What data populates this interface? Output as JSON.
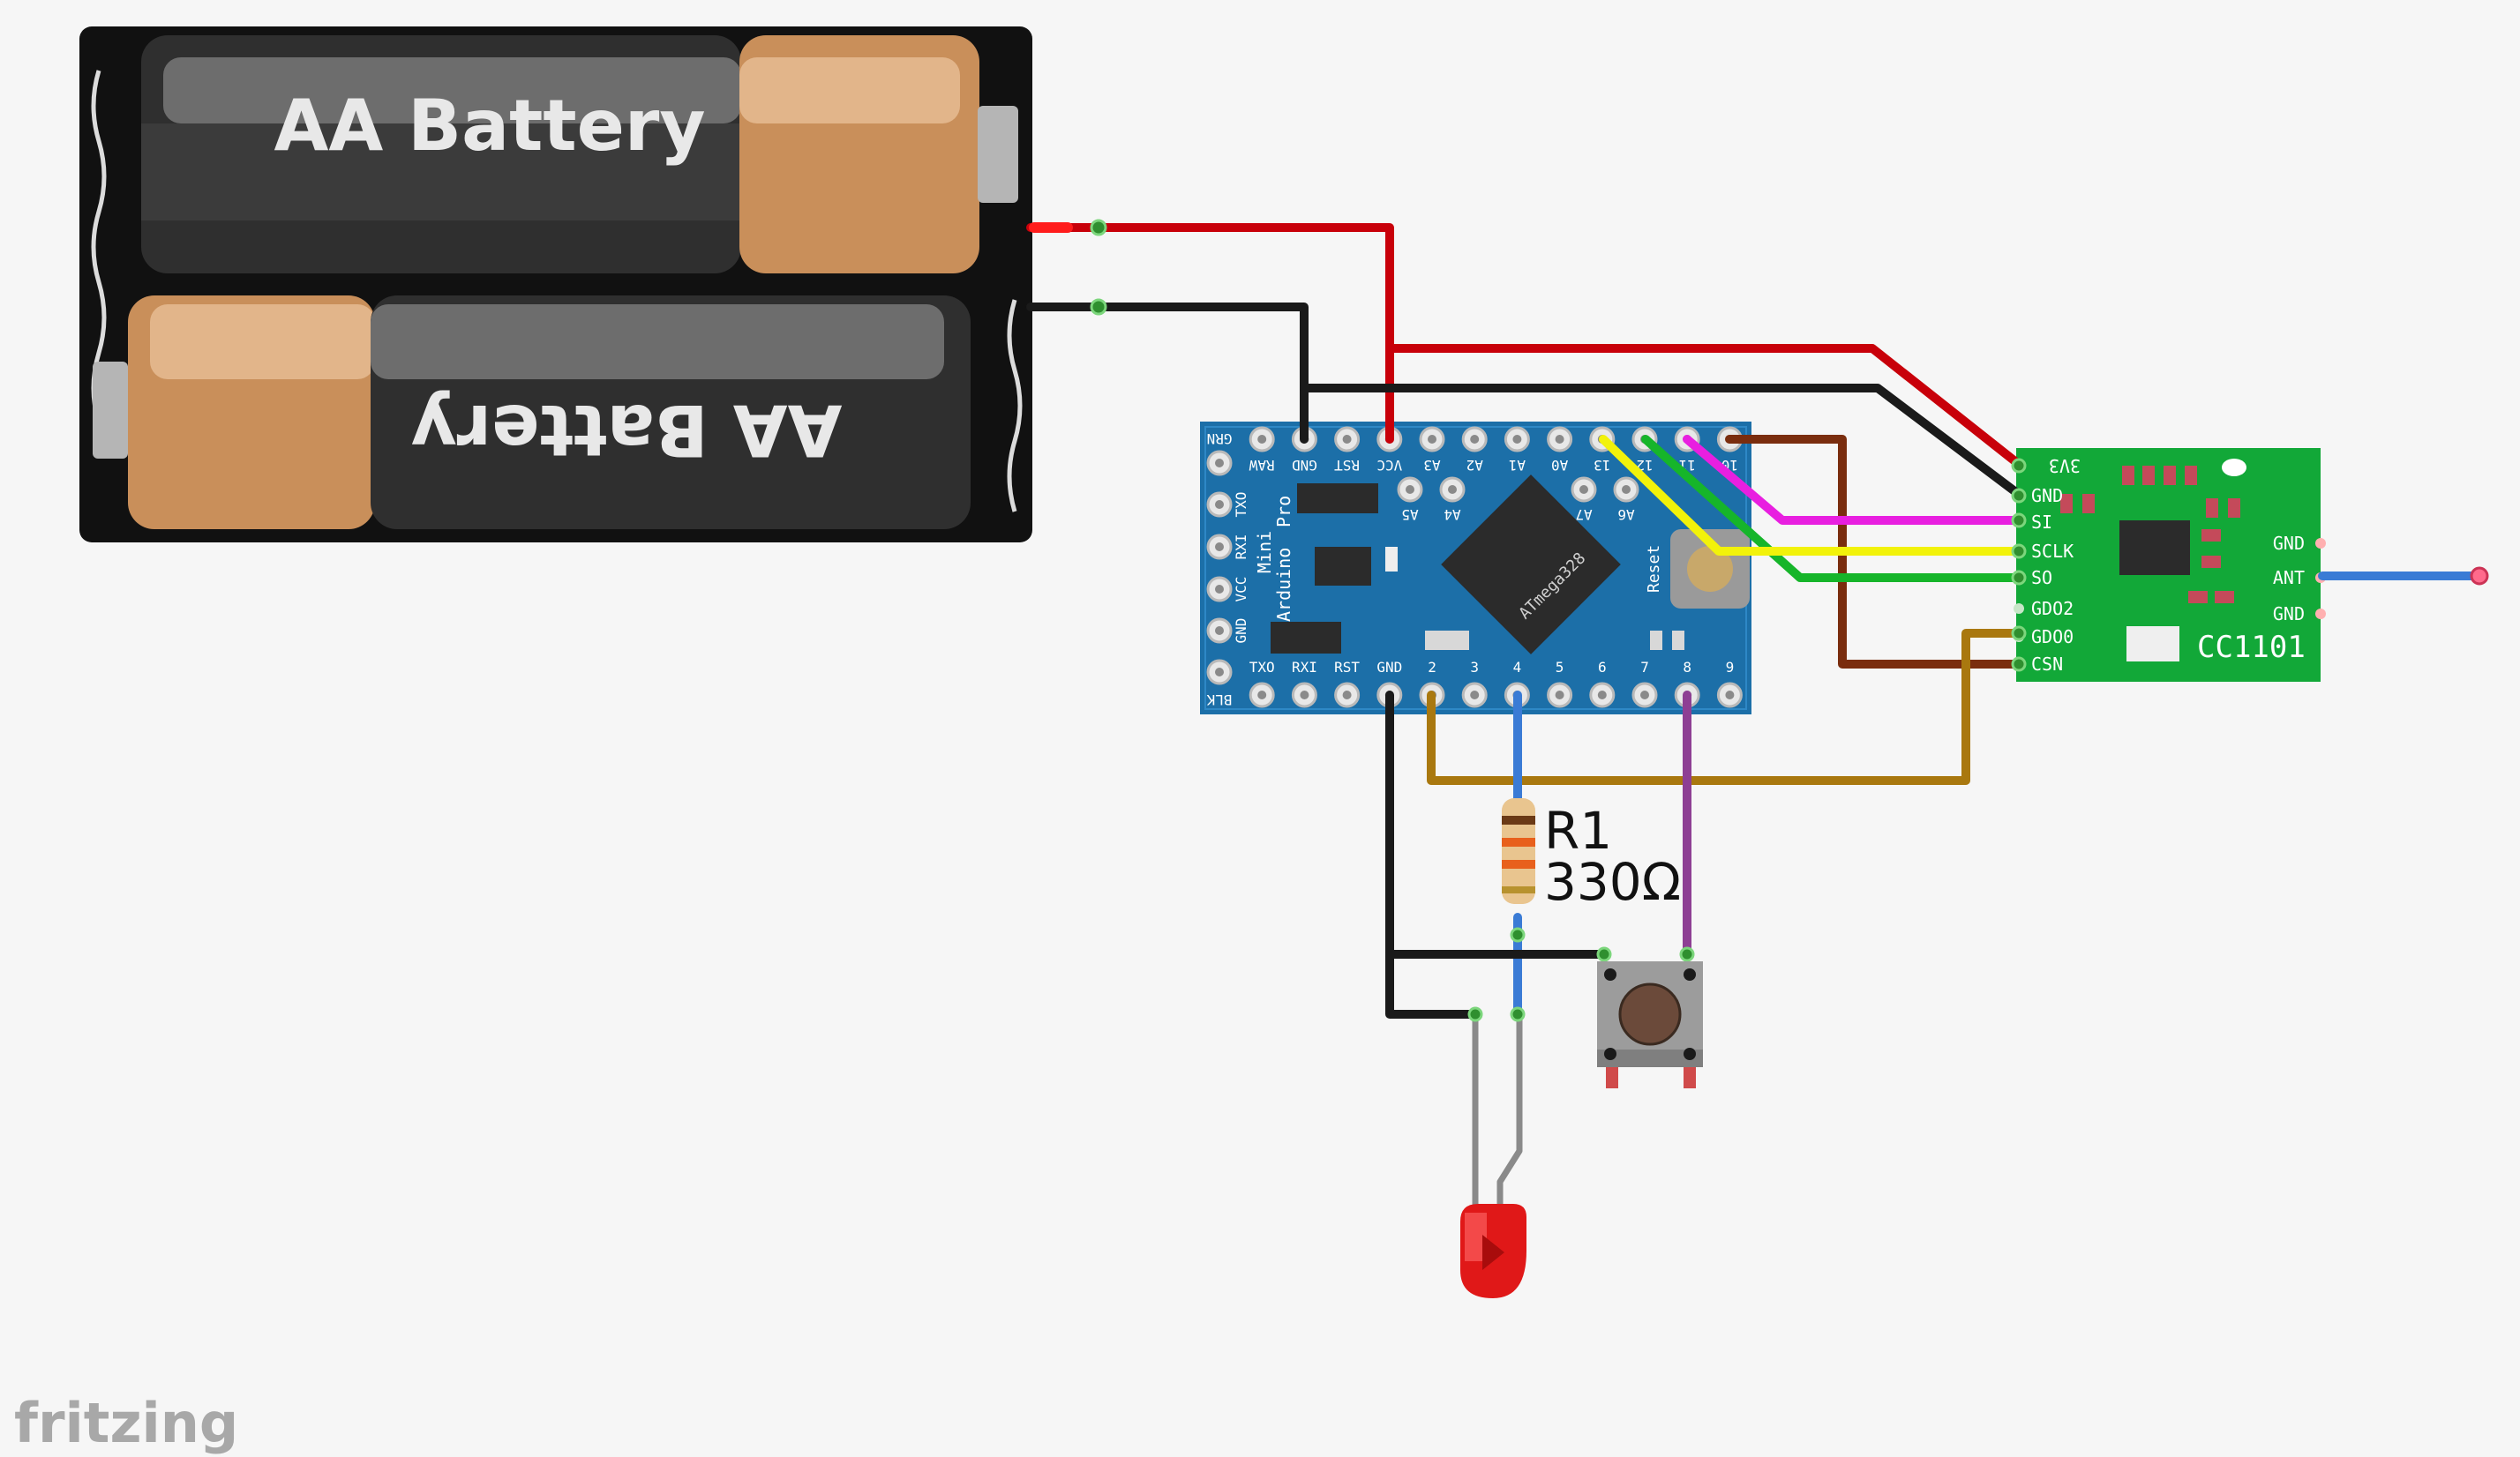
{
  "battery": {
    "top_label": "AA Battery",
    "bottom_label": "AA Battery"
  },
  "arduino": {
    "top_pins": [
      "GRN",
      "RAW",
      "GND",
      "RST",
      "VCC",
      "A3",
      "A2",
      "A1",
      "A0",
      "13",
      "12",
      "11",
      "10"
    ],
    "inner_pins": [
      "A5",
      "A4",
      "A7",
      "A6"
    ],
    "bottom_pins": [
      "BLK",
      "TXO",
      "RXI",
      "RST",
      "GND",
      "2",
      "3",
      "4",
      "5",
      "6",
      "7",
      "8",
      "9"
    ],
    "side_pins": [
      "GND",
      "VCC",
      "RXI",
      "TXO"
    ],
    "board_name": "Arduino",
    "board_line2": "Mini",
    "board_line3": "Pro",
    "chip_label": "ATmega328",
    "reset_label": "Reset"
  },
  "cc1101": {
    "left_pins": [
      "3V3",
      "GND",
      "SI",
      "SCLK",
      "SO",
      "GDO2",
      "GDO0",
      "CSN"
    ],
    "right_pins": [
      "GND",
      "ANT",
      "GND"
    ],
    "name": "CC1101"
  },
  "resistor": {
    "ref": "R1",
    "value": "330Ω"
  },
  "logo": "fritzing",
  "colors": {
    "wire_red": "#c8000a",
    "wire_black": "#1a1a1a",
    "wire_magenta": "#e81fe0",
    "wire_yellow": "#f2f20a",
    "wire_green": "#16b52a",
    "wire_brown": "#7a2d0e",
    "wire_ochre": "#a9780f",
    "wire_blue": "#3a7bd5",
    "wire_purple": "#8e3f94",
    "wire_gray": "#8a8a8a",
    "arduino_board": "#1c6fa8",
    "cc1101_board": "#12a838",
    "led": "#e01818"
  }
}
